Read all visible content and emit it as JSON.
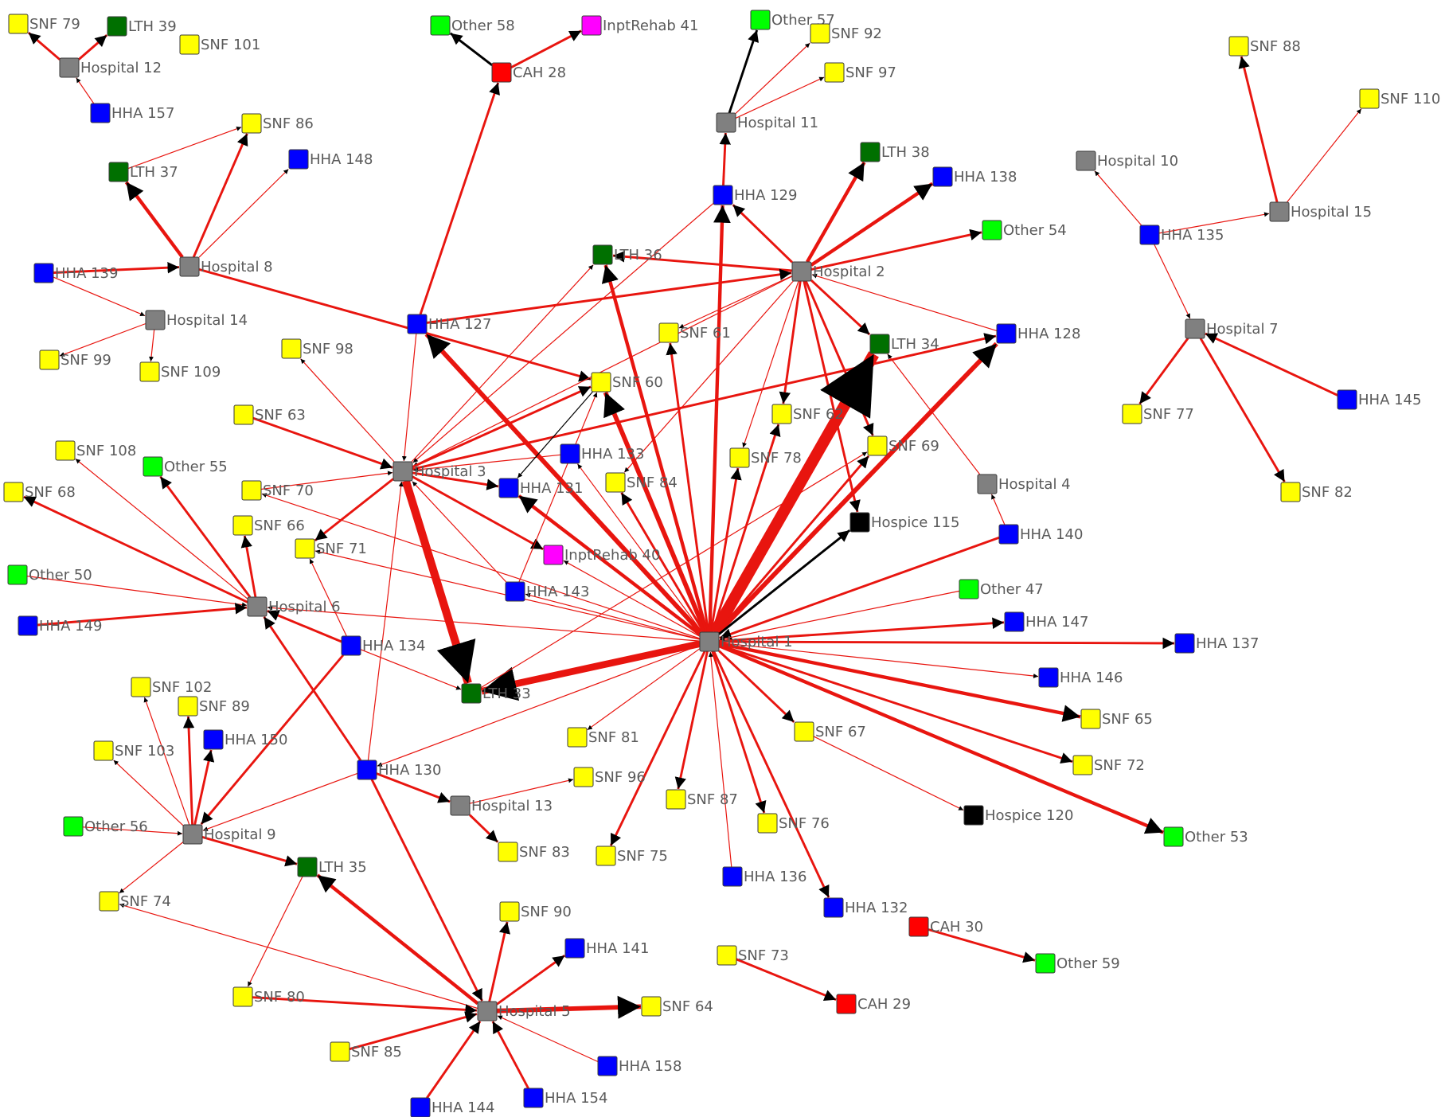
{
  "colors": {
    "edge": "#e8150f",
    "edge_black": "#000000",
    "Hospital": "#808080",
    "SNF": "#ffff00",
    "HHA": "#0000ff",
    "LTH": "#007000",
    "Other": "#00ff00",
    "CAH": "#ff0000",
    "InptRehab": "#ff00ff",
    "Hospice": "#000000"
  },
  "nodes": [
    {
      "id": "SNF 79",
      "type": "SNF"
    },
    {
      "id": "LTH 39",
      "type": "LTH"
    },
    {
      "id": "SNF 101",
      "type": "SNF"
    },
    {
      "id": "Hospital 12",
      "type": "Hospital"
    },
    {
      "id": "HHA 157",
      "type": "HHA"
    },
    {
      "id": "Other 58",
      "type": "Other"
    },
    {
      "id": "InptRehab 41",
      "type": "InptRehab"
    },
    {
      "id": "CAH 28",
      "type": "CAH"
    },
    {
      "id": "Other 57",
      "type": "Other"
    },
    {
      "id": "SNF 92",
      "type": "SNF"
    },
    {
      "id": "SNF 97",
      "type": "SNF"
    },
    {
      "id": "Hospital 11",
      "type": "Hospital"
    },
    {
      "id": "SNF 88",
      "type": "SNF"
    },
    {
      "id": "SNF 110",
      "type": "SNF"
    },
    {
      "id": "SNF 86",
      "type": "SNF"
    },
    {
      "id": "LTH 37",
      "type": "LTH"
    },
    {
      "id": "HHA 148",
      "type": "HHA"
    },
    {
      "id": "LTH 38",
      "type": "LTH"
    },
    {
      "id": "HHA 138",
      "type": "HHA"
    },
    {
      "id": "Hospital 10",
      "type": "Hospital"
    },
    {
      "id": "HHA 129",
      "type": "HHA"
    },
    {
      "id": "Hospital 15",
      "type": "Hospital"
    },
    {
      "id": "HHA 135",
      "type": "HHA"
    },
    {
      "id": "Other 54",
      "type": "Other"
    },
    {
      "id": "LTH 36",
      "type": "LTH"
    },
    {
      "id": "Hospital 8",
      "type": "Hospital"
    },
    {
      "id": "HHA 139",
      "type": "HHA"
    },
    {
      "id": "Hospital 2",
      "type": "Hospital"
    },
    {
      "id": "Hospital 14",
      "type": "Hospital"
    },
    {
      "id": "HHA 127",
      "type": "HHA"
    },
    {
      "id": "Hospital 7",
      "type": "Hospital"
    },
    {
      "id": "SNF 61",
      "type": "SNF"
    },
    {
      "id": "HHA 128",
      "type": "HHA"
    },
    {
      "id": "LTH 34",
      "type": "LTH"
    },
    {
      "id": "SNF 99",
      "type": "SNF"
    },
    {
      "id": "SNF 109",
      "type": "SNF"
    },
    {
      "id": "SNF 98",
      "type": "SNF"
    },
    {
      "id": "SNF 60",
      "type": "SNF"
    },
    {
      "id": "HHA 145",
      "type": "HHA"
    },
    {
      "id": "SNF 63",
      "type": "SNF"
    },
    {
      "id": "SNF 62",
      "type": "SNF"
    },
    {
      "id": "SNF 77",
      "type": "SNF"
    },
    {
      "id": "HHA 133",
      "type": "HHA"
    },
    {
      "id": "SNF 69",
      "type": "SNF"
    },
    {
      "id": "SNF 108",
      "type": "SNF"
    },
    {
      "id": "SNF 78",
      "type": "SNF"
    },
    {
      "id": "Other 55",
      "type": "Other"
    },
    {
      "id": "Hospital 3",
      "type": "Hospital"
    },
    {
      "id": "SNF 68",
      "type": "SNF"
    },
    {
      "id": "SNF 70",
      "type": "SNF"
    },
    {
      "id": "HHA 131",
      "type": "HHA"
    },
    {
      "id": "SNF 84",
      "type": "SNF"
    },
    {
      "id": "Hospital 4",
      "type": "Hospital"
    },
    {
      "id": "SNF 82",
      "type": "SNF"
    },
    {
      "id": "SNF 66",
      "type": "SNF"
    },
    {
      "id": "Hospice 115",
      "type": "Hospice"
    },
    {
      "id": "HHA 140",
      "type": "HHA"
    },
    {
      "id": "SNF 71",
      "type": "SNF"
    },
    {
      "id": "InptRehab 40",
      "type": "InptRehab"
    },
    {
      "id": "Other 50",
      "type": "Other"
    },
    {
      "id": "HHA 143",
      "type": "HHA"
    },
    {
      "id": "Other 47",
      "type": "Other"
    },
    {
      "id": "Hospital 6",
      "type": "Hospital"
    },
    {
      "id": "HHA 147",
      "type": "HHA"
    },
    {
      "id": "HHA 149",
      "type": "HHA"
    },
    {
      "id": "HHA 134",
      "type": "HHA"
    },
    {
      "id": "Hospital 1",
      "type": "Hospital"
    },
    {
      "id": "HHA 137",
      "type": "HHA"
    },
    {
      "id": "HHA 146",
      "type": "HHA"
    },
    {
      "id": "LTH 33",
      "type": "LTH"
    },
    {
      "id": "SNF 102",
      "type": "SNF"
    },
    {
      "id": "SNF 89",
      "type": "SNF"
    },
    {
      "id": "HHA 150",
      "type": "HHA"
    },
    {
      "id": "SNF 65",
      "type": "SNF"
    },
    {
      "id": "SNF 67",
      "type": "SNF"
    },
    {
      "id": "SNF 81",
      "type": "SNF"
    },
    {
      "id": "SNF 103",
      "type": "SNF"
    },
    {
      "id": "SNF 72",
      "type": "SNF"
    },
    {
      "id": "HHA 130",
      "type": "HHA"
    },
    {
      "id": "SNF 96",
      "type": "SNF"
    },
    {
      "id": "SNF 87",
      "type": "SNF"
    },
    {
      "id": "Hospital 13",
      "type": "Hospital"
    },
    {
      "id": "Hospice 120",
      "type": "Hospice"
    },
    {
      "id": "Other 56",
      "type": "Other"
    },
    {
      "id": "Hospital 9",
      "type": "Hospital"
    },
    {
      "id": "SNF 76",
      "type": "SNF"
    },
    {
      "id": "Other 53",
      "type": "Other"
    },
    {
      "id": "SNF 83",
      "type": "SNF"
    },
    {
      "id": "SNF 75",
      "type": "SNF"
    },
    {
      "id": "LTH 35",
      "type": "LTH"
    },
    {
      "id": "HHA 136",
      "type": "HHA"
    },
    {
      "id": "SNF 74",
      "type": "SNF"
    },
    {
      "id": "HHA 132",
      "type": "HHA"
    },
    {
      "id": "SNF 90",
      "type": "SNF"
    },
    {
      "id": "CAH 30",
      "type": "CAH"
    },
    {
      "id": "HHA 141",
      "type": "HHA"
    },
    {
      "id": "SNF 73",
      "type": "SNF"
    },
    {
      "id": "Other 59",
      "type": "Other"
    },
    {
      "id": "SNF 80",
      "type": "SNF"
    },
    {
      "id": "Hospital 5",
      "type": "Hospital"
    },
    {
      "id": "SNF 64",
      "type": "SNF"
    },
    {
      "id": "CAH 29",
      "type": "CAH"
    },
    {
      "id": "SNF 85",
      "type": "SNF"
    },
    {
      "id": "HHA 158",
      "type": "HHA"
    },
    {
      "id": "HHA 154",
      "type": "HHA"
    },
    {
      "id": "HHA 144",
      "type": "HHA"
    }
  ],
  "edges": [
    {
      "s": "Hospital 12",
      "t": "SNF 79",
      "w": 2
    },
    {
      "s": "Hospital 12",
      "t": "LTH 39",
      "w": 2
    },
    {
      "s": "HHA 157",
      "t": "Hospital 12",
      "w": 1
    },
    {
      "s": "CAH 28",
      "t": "Other 58",
      "w": 2,
      "color": "black"
    },
    {
      "s": "CAH 28",
      "t": "InptRehab 41",
      "w": 2
    },
    {
      "s": "HHA 127",
      "t": "CAH 28",
      "w": 2
    },
    {
      "s": "Hospital 11",
      "t": "Other 57",
      "w": 2,
      "color": "black"
    },
    {
      "s": "Hospital 11",
      "t": "SNF 92",
      "w": 1
    },
    {
      "s": "Hospital 11",
      "t": "SNF 97",
      "w": 1
    },
    {
      "s": "HHA 129",
      "t": "Hospital 11",
      "w": 2
    },
    {
      "s": "Hospital 15",
      "t": "SNF 88",
      "w": 2
    },
    {
      "s": "Hospital 15",
      "t": "SNF 110",
      "w": 1
    },
    {
      "s": "HHA 135",
      "t": "Hospital 15",
      "w": 1
    },
    {
      "s": "HHA 135",
      "t": "Hospital 10",
      "w": 1
    },
    {
      "s": "HHA 135",
      "t": "Hospital 7",
      "w": 1
    },
    {
      "s": "Hospital 8",
      "t": "SNF 86",
      "w": 2
    },
    {
      "s": "Hospital 8",
      "t": "LTH 37",
      "w": 3
    },
    {
      "s": "Hospital 8",
      "t": "HHA 148",
      "w": 1
    },
    {
      "s": "LTH 37",
      "t": "SNF 86",
      "w": 1
    },
    {
      "s": "HHA 139",
      "t": "Hospital 8",
      "w": 2
    },
    {
      "s": "HHA 139",
      "t": "Hospital 14",
      "w": 1
    },
    {
      "s": "Hospital 14",
      "t": "SNF 109",
      "w": 1
    },
    {
      "s": "Hospital 14",
      "t": "SNF 99",
      "w": 1
    },
    {
      "s": "Hospital 8",
      "t": "SNF 60",
      "w": 2
    },
    {
      "s": "Hospital 2",
      "t": "LTH 38",
      "w": 3
    },
    {
      "s": "Hospital 2",
      "t": "HHA 138",
      "w": 3
    },
    {
      "s": "Hospital 2",
      "t": "Other 54",
      "w": 2
    },
    {
      "s": "Hospital 2",
      "t": "HHA 129",
      "w": 2
    },
    {
      "s": "Hospital 2",
      "t": "LTH 36",
      "w": 2
    },
    {
      "s": "Hospital 2",
      "t": "LTH 34",
      "w": 2
    },
    {
      "s": "Hospital 2",
      "t": "SNF 62",
      "w": 2
    },
    {
      "s": "Hospital 2",
      "t": "SNF 69",
      "w": 2
    },
    {
      "s": "Hospital 2",
      "t": "Hospice 115",
      "w": 2
    },
    {
      "s": "Hospital 2",
      "t": "SNF 78",
      "w": 1
    },
    {
      "s": "Hospital 2",
      "t": "SNF 84",
      "w": 1
    },
    {
      "s": "Hospital 2",
      "t": "SNF 61",
      "w": 1
    },
    {
      "s": "HHA 127",
      "t": "Hospital 2",
      "w": 2
    },
    {
      "s": "HHA 128",
      "t": "Hospital 2",
      "w": 1
    },
    {
      "s": "HHA 129",
      "t": "Hospital 3",
      "w": 1
    },
    {
      "s": "Hospital 2",
      "t": "Hospital 3",
      "w": 1
    },
    {
      "s": "Hospital 7",
      "t": "SNF 77",
      "w": 2
    },
    {
      "s": "Hospital 7",
      "t": "SNF 82",
      "w": 2
    },
    {
      "s": "HHA 145",
      "t": "Hospital 7",
      "w": 2
    },
    {
      "s": "Hospital 3",
      "t": "LTH 33",
      "w": 7
    },
    {
      "s": "Hospital 3",
      "t": "SNF 60",
      "w": 2
    },
    {
      "s": "Hospital 3",
      "t": "HHA 131",
      "w": 2
    },
    {
      "s": "Hospital 3",
      "t": "HHA 128",
      "w": 2
    },
    {
      "s": "Hospital 3",
      "t": "InptRehab 40",
      "w": 2
    },
    {
      "s": "Hospital 3",
      "t": "SNF 71",
      "w": 2
    },
    {
      "s": "Hospital 3",
      "t": "SNF 98",
      "w": 1
    },
    {
      "s": "Hospital 3",
      "t": "LTH 36",
      "w": 1
    },
    {
      "s": "SNF 63",
      "t": "Hospital 3",
      "w": 2
    },
    {
      "s": "SNF 70",
      "t": "Hospital 3",
      "w": 1
    },
    {
      "s": "HHA 127",
      "t": "Hospital 3",
      "w": 1
    },
    {
      "s": "HHA 143",
      "t": "Hospital 3",
      "w": 1
    },
    {
      "s": "HHA 133",
      "t": "Hospital 3",
      "w": 1
    },
    {
      "s": "HHA 130",
      "t": "Hospital 3",
      "w": 1
    },
    {
      "s": "Hospital 1",
      "t": "LTH 34",
      "w": 10
    },
    {
      "s": "Hospital 1",
      "t": "HHA 128",
      "w": 4
    },
    {
      "s": "Hospital 1",
      "t": "LTH 33",
      "w": 6
    },
    {
      "s": "Hospital 1",
      "t": "HHA 137",
      "w": 2
    },
    {
      "s": "Hospital 1",
      "t": "HHA 147",
      "w": 2
    },
    {
      "s": "Hospital 1",
      "t": "SNF 65",
      "w": 3
    },
    {
      "s": "Hospital 1",
      "t": "SNF 72",
      "w": 2
    },
    {
      "s": "Hospital 1",
      "t": "Other 53",
      "w": 3
    },
    {
      "s": "Hospital 1",
      "t": "SNF 67",
      "w": 2
    },
    {
      "s": "Hospital 1",
      "t": "SNF 76",
      "w": 2
    },
    {
      "s": "Hospital 1",
      "t": "HHA 132",
      "w": 2
    },
    {
      "s": "Hospital 1",
      "t": "SNF 87",
      "w": 2
    },
    {
      "s": "Hospital 1",
      "t": "SNF 75",
      "w": 2
    },
    {
      "s": "Hospital 1",
      "t": "SNF 81",
      "w": 1
    },
    {
      "s": "Hospital 1",
      "t": "SNF 69",
      "w": 2
    },
    {
      "s": "Hospital 1",
      "t": "SNF 62",
      "w": 2
    },
    {
      "s": "Hospital 1",
      "t": "SNF 78",
      "w": 2
    },
    {
      "s": "Hospital 1",
      "t": "SNF 60",
      "w": 4
    },
    {
      "s": "Hospital 1",
      "t": "LTH 36",
      "w": 3
    },
    {
      "s": "Hospital 1",
      "t": "HHA 131",
      "w": 3
    },
    {
      "s": "Hospital 1",
      "t": "HHA 127",
      "w": 4
    },
    {
      "s": "Hospital 1",
      "t": "HHA 133",
      "w": 1
    },
    {
      "s": "Hospital 1",
      "t": "HHA 129",
      "w": 3
    },
    {
      "s": "Hospital 1",
      "t": "SNF 61",
      "w": 2
    },
    {
      "s": "Hospital 1",
      "t": "SNF 84",
      "w": 2
    },
    {
      "s": "Hospital 1",
      "t": "InptRehab 40",
      "w": 1
    },
    {
      "s": "Hospital 1",
      "t": "Hospice 115",
      "w": 2,
      "color": "black"
    },
    {
      "s": "Hospital 1",
      "t": "SNF 71",
      "w": 1
    },
    {
      "s": "Hospital 1",
      "t": "HHA 143",
      "w": 1
    },
    {
      "s": "Hospital 1",
      "t": "HHA 146",
      "w": 1
    },
    {
      "s": "Hospital 1",
      "t": "Hospital 6",
      "w": 1
    },
    {
      "s": "Hospital 1",
      "t": "SNF 70",
      "w": 1
    },
    {
      "s": "Hospital 1",
      "t": "HHA 130",
      "w": 1
    },
    {
      "s": "HHA 140",
      "t": "Hospital 1",
      "w": 2
    },
    {
      "s": "Other 47",
      "t": "Hospital 1",
      "w": 1
    },
    {
      "s": "HHA 136",
      "t": "Hospital 1",
      "w": 1
    },
    {
      "s": "Hospital 4",
      "t": "LTH 34",
      "w": 1
    },
    {
      "s": "HHA 140",
      "t": "Hospital 4",
      "w": 1
    },
    {
      "s": "SNF 60",
      "t": "HHA 131",
      "w": 1,
      "color": "black"
    },
    {
      "s": "HHA 143",
      "t": "SNF 60",
      "w": 1
    },
    {
      "s": "Hospital 6",
      "t": "SNF 68",
      "w": 2
    },
    {
      "s": "Hospital 6",
      "t": "Other 55",
      "w": 2
    },
    {
      "s": "Hospital 6",
      "t": "SNF 108",
      "w": 1
    },
    {
      "s": "Hospital 6",
      "t": "SNF 66",
      "w": 2
    },
    {
      "s": "Other 50",
      "t": "Hospital 6",
      "w": 1
    },
    {
      "s": "HHA 149",
      "t": "Hospital 6",
      "w": 2
    },
    {
      "s": "HHA 134",
      "t": "Hospital 6",
      "w": 2
    },
    {
      "s": "HHA 130",
      "t": "Hospital 6",
      "w": 2
    },
    {
      "s": "HHA 134",
      "t": "Hospital 9",
      "w": 2
    },
    {
      "s": "HHA 134",
      "t": "LTH 33",
      "w": 1
    },
    {
      "s": "HHA 134",
      "t": "SNF 71",
      "w": 1
    },
    {
      "s": "LTH 33",
      "t": "SNF 69",
      "w": 1
    },
    {
      "s": "Hospital 9",
      "t": "SNF 102",
      "w": 1
    },
    {
      "s": "Hospital 9",
      "t": "SNF 89",
      "w": 2
    },
    {
      "s": "Hospital 9",
      "t": "HHA 150",
      "w": 2
    },
    {
      "s": "Hospital 9",
      "t": "SNF 103",
      "w": 1
    },
    {
      "s": "Hospital 9",
      "t": "LTH 35",
      "w": 2
    },
    {
      "s": "Hospital 9",
      "t": "SNF 74",
      "w": 1
    },
    {
      "s": "Other 56",
      "t": "Hospital 9",
      "w": 1
    },
    {
      "s": "HHA 130",
      "t": "Hospital 9",
      "w": 1
    },
    {
      "s": "HHA 130",
      "t": "Hospital 13",
      "w": 2
    },
    {
      "s": "HHA 130",
      "t": "Hospital 5",
      "w": 2
    },
    {
      "s": "Hospital 13",
      "t": "SNF 96",
      "w": 1
    },
    {
      "s": "Hospital 13",
      "t": "SNF 83",
      "w": 2
    },
    {
      "s": "SNF 67",
      "t": "Hospice 120",
      "w": 1
    },
    {
      "s": "CAH 30",
      "t": "Other 59",
      "w": 2
    },
    {
      "s": "SNF 73",
      "t": "CAH 29",
      "w": 2
    },
    {
      "s": "LTH 35",
      "t": "SNF 80",
      "w": 1
    },
    {
      "s": "Hospital 5",
      "t": "LTH 35",
      "w": 3
    },
    {
      "s": "Hospital 5",
      "t": "SNF 90",
      "w": 2
    },
    {
      "s": "Hospital 5",
      "t": "HHA 141",
      "w": 2
    },
    {
      "s": "Hospital 5",
      "t": "SNF 64",
      "w": 4
    },
    {
      "s": "Hospital 5",
      "t": "SNF 74",
      "w": 1
    },
    {
      "s": "SNF 80",
      "t": "Hospital 5",
      "w": 2
    },
    {
      "s": "SNF 85",
      "t": "Hospital 5",
      "w": 2
    },
    {
      "s": "HHA 158",
      "t": "Hospital 5",
      "w": 1
    },
    {
      "s": "HHA 154",
      "t": "Hospital 5",
      "w": 2
    },
    {
      "s": "HHA 144",
      "t": "Hospital 5",
      "w": 2
    }
  ]
}
